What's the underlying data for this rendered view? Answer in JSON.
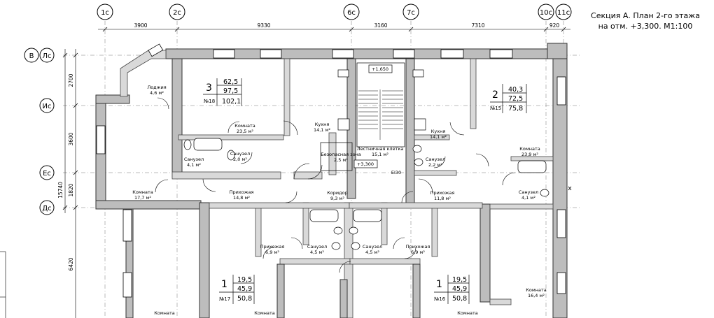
{
  "title": {
    "line1": "Секция А. План 2-го этажа",
    "line2": "на отм. +3,300. М1:100"
  },
  "axes_top": [
    "1с",
    "2с",
    "6с",
    "7с",
    "10с",
    "11с"
  ],
  "axes_left": [
    {
      "pair": [
        "В",
        "Лс"
      ]
    },
    {
      "single": "Ис"
    },
    {
      "single": "Ес"
    },
    {
      "single": "Дс"
    }
  ],
  "dims_top": [
    "3900",
    "9330",
    "3160",
    "7310",
    "920"
  ],
  "dims_left": [
    "2700",
    "3600",
    "1820",
    "6420"
  ],
  "dim_total_left": "15740",
  "apartments": [
    {
      "type": "3",
      "area_living": "62,5",
      "area_total": "97,5",
      "id": "№18",
      "area_full": "102,1"
    },
    {
      "type": "2",
      "area_living": "40,3",
      "area_total": "72,5",
      "id": "№15",
      "area_full": "75,8"
    },
    {
      "type": "1",
      "area_living": "19,5",
      "area_total": "45,9",
      "id": "№17",
      "area_full": "50,8"
    },
    {
      "type": "1",
      "area_living": "19,5",
      "area_total": "45,9",
      "id": "№16",
      "area_full": "50,8"
    }
  ],
  "rooms": {
    "loggia": {
      "name": "Лоджия",
      "area": "4,6 м²"
    },
    "room_18a": {
      "name": "Комната",
      "area": "23,5 м²"
    },
    "kitchen_18": {
      "name": "Кухня",
      "area": "14,1 м²"
    },
    "bath_18": {
      "name": "Санузел",
      "area": "4,1 м²"
    },
    "wc_18": {
      "name": "Санузел",
      "area": "2,0 м²"
    },
    "room_18b": {
      "name": "Комната",
      "area": "17,7 м²"
    },
    "hall_18": {
      "name": "Прихожая",
      "area": "14,8 м²"
    },
    "safe_zone": {
      "name": "Безопасная зона",
      "area": "2,5 м²"
    },
    "stair": {
      "name": "Лестничная клетка",
      "area": "15,1 м²"
    },
    "corridor": {
      "name": "Коридор",
      "area": "9,3 м²"
    },
    "kitchen_15": {
      "name": "Кухня",
      "area": "14,1 м²"
    },
    "wc_15": {
      "name": "Санузел",
      "area": "2,2 м²"
    },
    "room_15": {
      "name": "Комната",
      "area": "23,9 м²"
    },
    "bath_15": {
      "name": "Санузел",
      "area": "4,1 м²"
    },
    "hall_15": {
      "name": "Прихожая",
      "area": "11,8 м²"
    },
    "hall_17": {
      "name": "Прихожая",
      "area": "6,9 м²"
    },
    "bath_17": {
      "name": "Санузел",
      "area": "4,5 м²"
    },
    "bath_16": {
      "name": "Санузел",
      "area": "4,5 м²"
    },
    "hall_16": {
      "name": "Прихожая",
      "area": "6,9 м²"
    },
    "room_16": {
      "name": "Комната",
      "area": "16,4 м²"
    },
    "room_bl": {
      "name": "Комната",
      "area": ""
    },
    "room_b17": {
      "name": "Комната",
      "area": ""
    },
    "room_b16": {
      "name": "Комната",
      "area": ""
    }
  },
  "marks": {
    "level_top": "+1,650",
    "level_bottom": "+3,300",
    "fire_rating": "EI30"
  }
}
